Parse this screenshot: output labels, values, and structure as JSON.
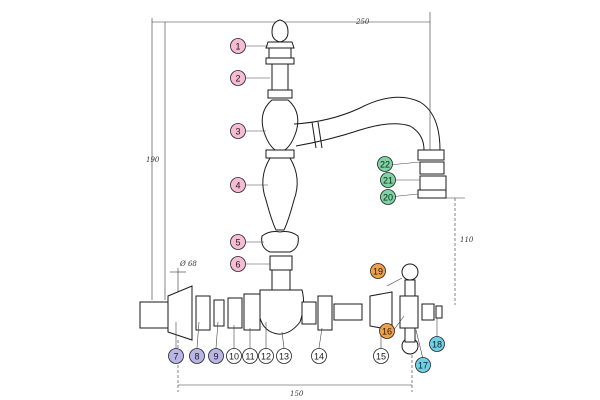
{
  "colors": {
    "pink": "#f6bcd4",
    "white": "#ffffff",
    "green": "#7cd4a2",
    "orange": "#f0a048",
    "cyan": "#6fd0e6",
    "lavender": "#b9b5e6"
  },
  "dimensions": {
    "overall_width": "250",
    "height": "190",
    "spout_height": "110",
    "base_width": "150",
    "diameter": "Ø 68"
  },
  "callouts": [
    {
      "label": "1",
      "color": "pink"
    },
    {
      "label": "2",
      "color": "pink"
    },
    {
      "label": "3",
      "color": "pink"
    },
    {
      "label": "4",
      "color": "pink"
    },
    {
      "label": "5",
      "color": "pink"
    },
    {
      "label": "6",
      "color": "pink"
    },
    {
      "label": "7",
      "color": "lavender"
    },
    {
      "label": "8",
      "color": "lavender"
    },
    {
      "label": "9",
      "color": "lavender"
    },
    {
      "label": "10",
      "color": "white"
    },
    {
      "label": "11",
      "color": "white"
    },
    {
      "label": "12",
      "color": "white"
    },
    {
      "label": "13",
      "color": "white"
    },
    {
      "label": "14",
      "color": "white"
    },
    {
      "label": "15",
      "color": "white"
    },
    {
      "label": "16",
      "color": "orange"
    },
    {
      "label": "17",
      "color": "cyan"
    },
    {
      "label": "18",
      "color": "cyan"
    },
    {
      "label": "19",
      "color": "orange"
    },
    {
      "label": "20",
      "color": "green"
    },
    {
      "label": "21",
      "color": "green"
    },
    {
      "label": "22",
      "color": "green"
    }
  ]
}
